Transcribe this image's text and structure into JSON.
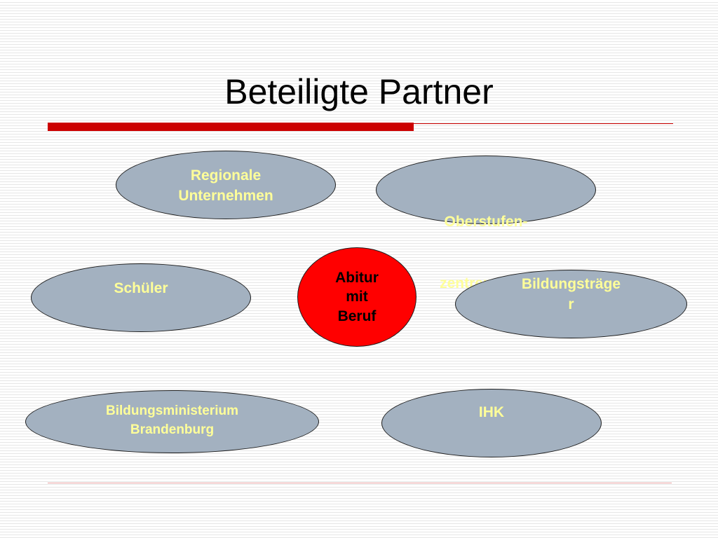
{
  "title": "Beteiligte Partner",
  "center": {
    "lines": [
      "Abitur",
      "mit",
      "Beruf"
    ],
    "fill": "#ff0000"
  },
  "nodes": [
    {
      "lines": [
        "Regionale",
        "Unternehmen"
      ]
    },
    {
      "lines": [
        "Oberstufen-",
        "zentren  OHV"
      ]
    },
    {
      "lines": [
        "Schüler"
      ]
    },
    {
      "lines": [
        "Bildungsträge",
        "r"
      ]
    },
    {
      "lines": [
        "Bildungsministerium",
        "Brandenburg"
      ]
    },
    {
      "lines": [
        "IHK"
      ]
    }
  ],
  "colors": {
    "node_fill": "#a3b1c0",
    "node_text": "#ffff99",
    "accent_red": "#cc0000"
  }
}
